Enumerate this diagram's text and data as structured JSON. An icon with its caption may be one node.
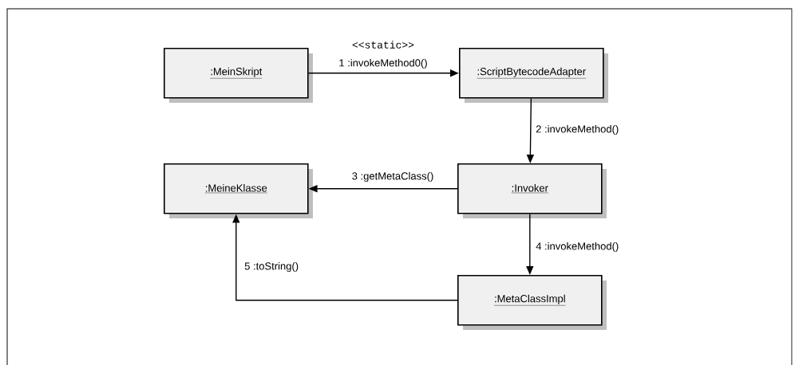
{
  "diagram": {
    "nodes": [
      {
        "text": [
          ":MeinSkript"
        ]
      },
      {
        "text": [
          ":ScriptBytecodeAdapter"
        ]
      },
      {
        "text": [
          ":MeineKlasse"
        ]
      },
      {
        "text": [
          ":Invoker"
        ]
      },
      {
        "text": [
          ":MetaClassImpl"
        ]
      }
    ],
    "edges": [
      {
        "from": 0,
        "to": 1,
        "arrow": "to",
        "label": "1 :invokeMethod0()"
      },
      {
        "from": 1,
        "to": 3,
        "arrow": "to",
        "label": "2 :invokeMethod()"
      },
      {
        "from": 3,
        "to": 2,
        "arrow": "to",
        "label": "3 :getMetaClass()"
      },
      {
        "from": 3,
        "to": 4,
        "arrow": "to",
        "label": "4 :invokeMethod()"
      },
      {
        "from": 4,
        "to": 2,
        "arrow": "to",
        "label": "5 :toString()"
      }
    ],
    "labels": [
      "<<static>>"
    ]
  }
}
